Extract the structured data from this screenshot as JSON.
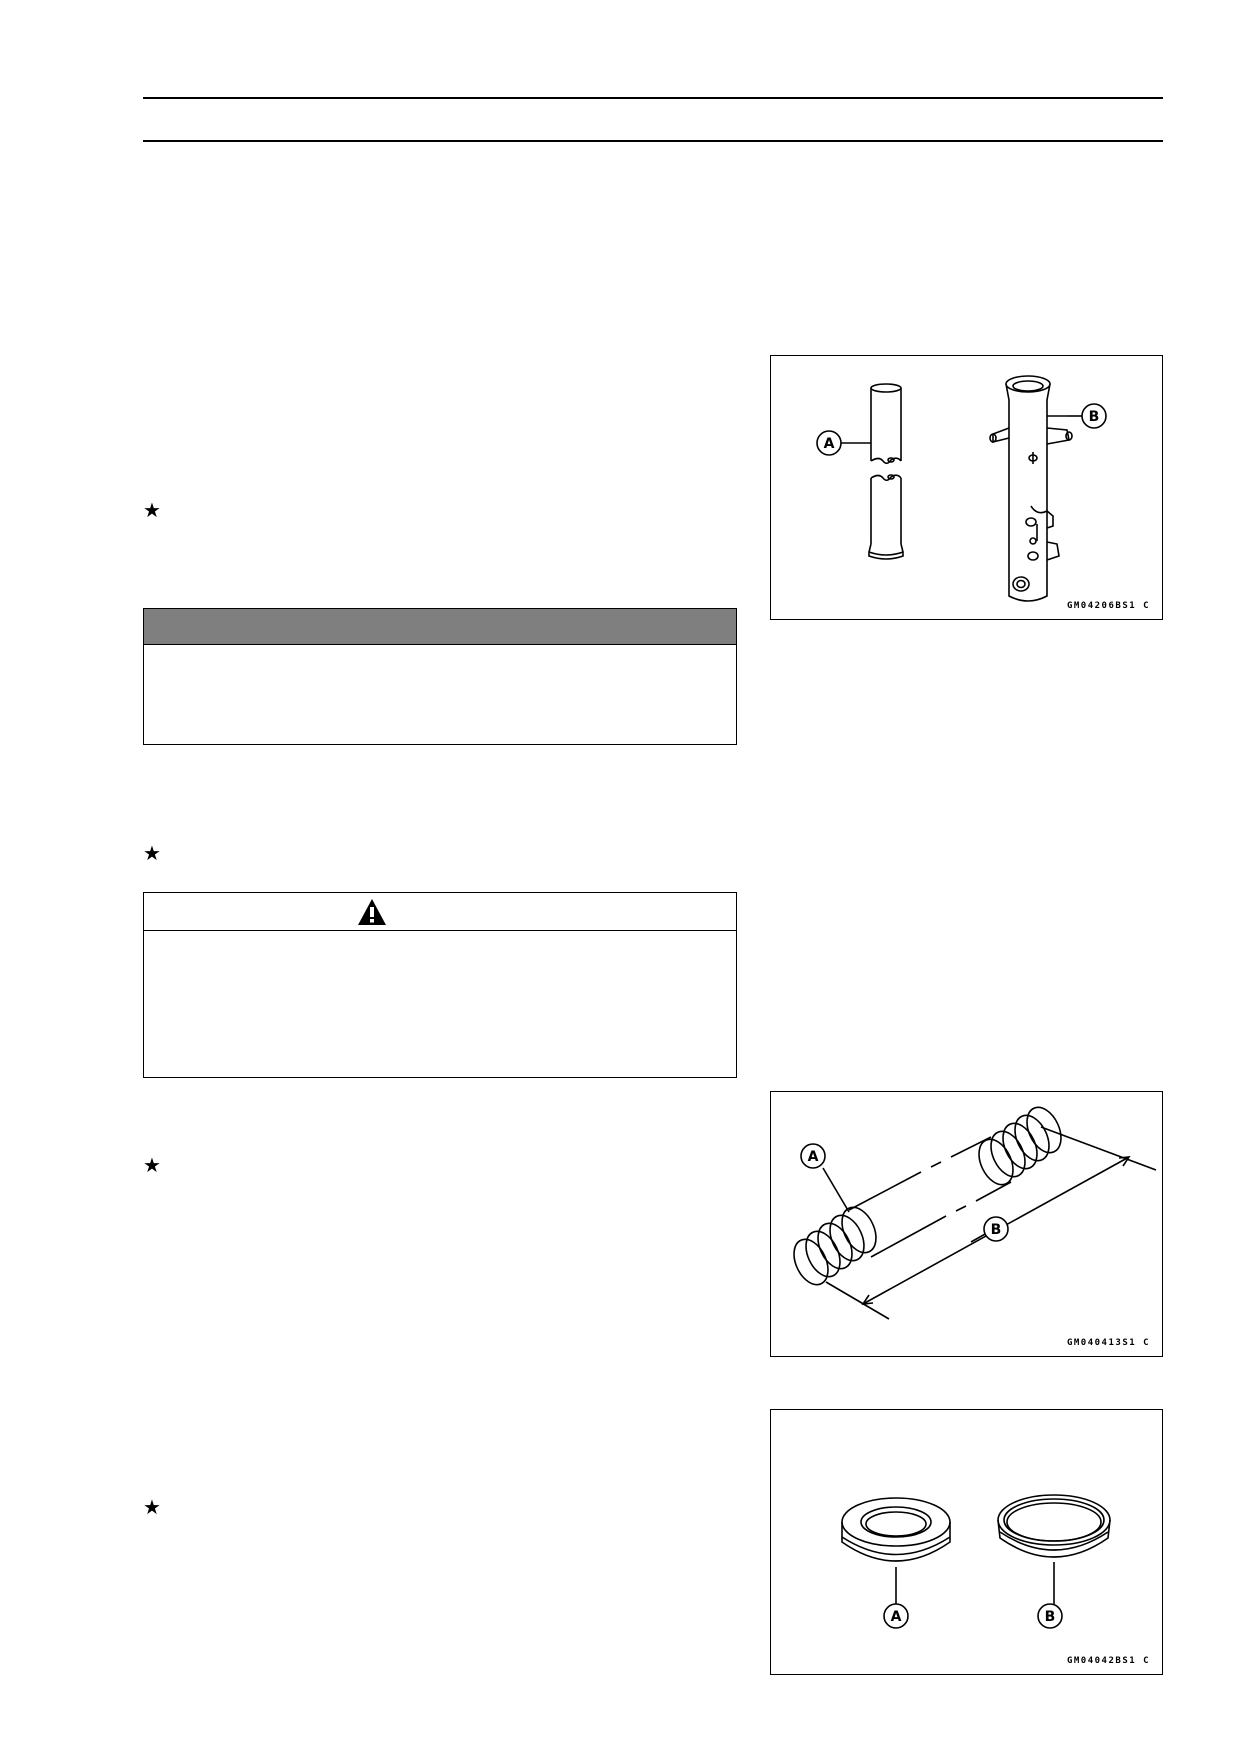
{
  "header": {},
  "notice_box": {},
  "warning_box": {
    "icon": "warning-triangle-icon"
  },
  "figures": [
    {
      "code": "GM04206BS1 C",
      "callouts": [
        "A",
        "B"
      ]
    },
    {
      "code": "GM040413S1 C",
      "callouts": [
        "A",
        "B"
      ]
    },
    {
      "code": "GM04042BS1 C",
      "callouts": [
        "A",
        "B"
      ]
    }
  ],
  "bullets": [
    "★",
    "★",
    "★",
    "★"
  ]
}
